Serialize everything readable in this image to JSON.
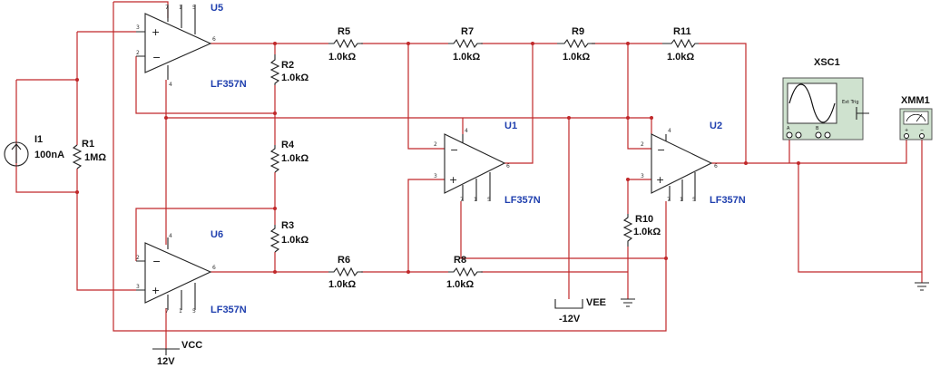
{
  "components": {
    "u5": {
      "ref": "U5",
      "model": "LF357N"
    },
    "u6": {
      "ref": "U6",
      "model": "LF357N"
    },
    "u1": {
      "ref": "U1",
      "model": "LF357N"
    },
    "u2": {
      "ref": "U2",
      "model": "LF357N"
    },
    "r1": {
      "ref": "R1",
      "value": "1MΩ"
    },
    "r2": {
      "ref": "R2",
      "value": "1.0kΩ"
    },
    "r3": {
      "ref": "R3",
      "value": "1.0kΩ"
    },
    "r4": {
      "ref": "R4",
      "value": "1.0kΩ"
    },
    "r5": {
      "ref": "R5",
      "value": "1.0kΩ"
    },
    "r6": {
      "ref": "R6",
      "value": "1.0kΩ"
    },
    "r7": {
      "ref": "R7",
      "value": "1.0kΩ"
    },
    "r8": {
      "ref": "R8",
      "value": "1.0kΩ"
    },
    "r9": {
      "ref": "R9",
      "value": "1.0kΩ"
    },
    "r10": {
      "ref": "R10",
      "value": "1.0kΩ"
    },
    "r11": {
      "ref": "R11",
      "value": "1.0kΩ"
    },
    "i1": {
      "ref": "I1",
      "value": "100nA"
    },
    "xsc1": {
      "ref": "XSC1",
      "ext_trig": "Ext Trig",
      "ch_a": "A",
      "ch_b": "B"
    },
    "xmm1": {
      "ref": "XMM1"
    },
    "vcc": {
      "name": "VCC",
      "value": "12V"
    },
    "vee": {
      "name": "VEE",
      "value": "-12V"
    }
  },
  "pins": {
    "p1": "1",
    "p2": "2",
    "p3": "3",
    "p4": "4",
    "p5": "5",
    "p6": "6",
    "p7": "7"
  },
  "colors": {
    "wire": "#c0282a",
    "ref_label": "#1f3fae",
    "scope_body": "#cfe2cf"
  }
}
